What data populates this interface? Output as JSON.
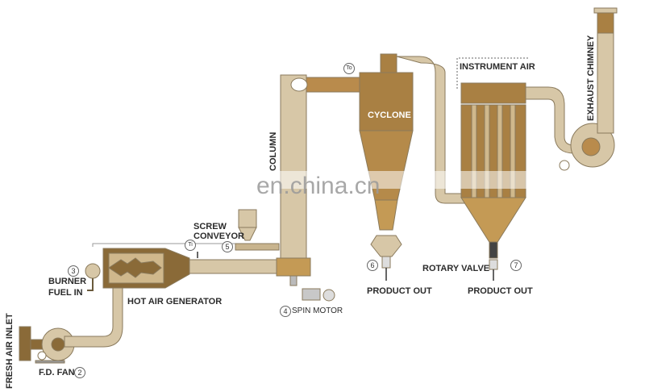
{
  "diagram": {
    "labels": {
      "column": "COLUMN",
      "cyclone": "CYCLONE",
      "instrument_air": "INSTRUMENT AIR",
      "exhaust_chimney": "EXHAUST CHIMNEY",
      "screw_conveyor_1": "SCREW",
      "screw_conveyor_2": "CONVEYOR",
      "burner": "BURNER",
      "fuel_in": "FUEL IN",
      "hot_air_generator": "HOT AIR GENERATOR",
      "spin_motor": "SPIN MOTOR",
      "rotary_valve": "ROTARY VALVE",
      "product_out_1": "PRODUCT OUT",
      "product_out_2": "PRODUCT OUT",
      "fresh_air_inlet": "FRESH AIR INLET",
      "fd_fan": "F.D. FAN",
      "to_sensor": "To",
      "ti_sensor": "Ti"
    },
    "numbers": {
      "fd_fan": "2",
      "burner": "3",
      "spin_motor": "4",
      "screw_conveyor": "5",
      "cyclone_valve": "6",
      "rotary_valve": "7"
    },
    "watermark": "en.china.cn",
    "colors": {
      "pipe": "#d7c7a7",
      "body": "#a98043",
      "duct": "#b98b4c",
      "dark": "#7d5c2e",
      "cone": "#c49a55"
    }
  }
}
